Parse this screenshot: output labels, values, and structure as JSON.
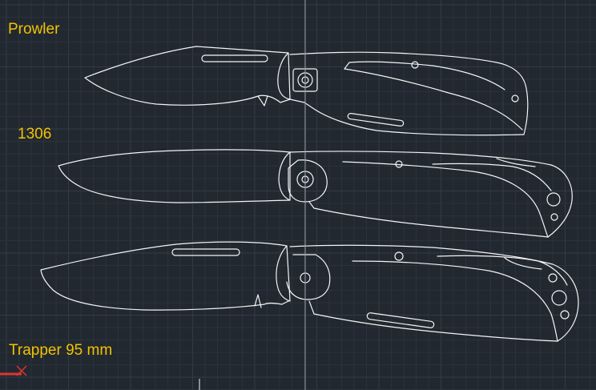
{
  "labels": {
    "prowler": "Prowler",
    "model_1306": "1306",
    "trapper": "Trapper 95 mm"
  },
  "colors": {
    "background": "#212830",
    "grid_minor": "#2a323c",
    "grid_major": "#323b46",
    "outline": "#f4f4f4",
    "label": "#f2c200",
    "crosshair": "#9a9ea6",
    "ucs_x_axis": "#e0342f"
  },
  "icons": {
    "ucs": "ucs-axis-icon",
    "crosshair": "crosshair-cursor-icon"
  }
}
